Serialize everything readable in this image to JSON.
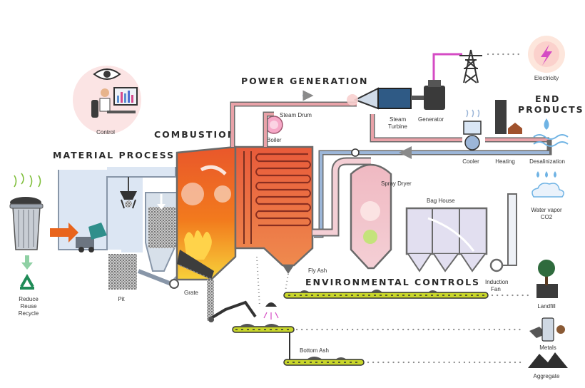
{
  "sections": {
    "material_process": "MATERIAL PROCESS",
    "combustion": "COMBUSTION",
    "power_generation": "POWER GENERATION",
    "environmental_controls": "ENVIRONMENTAL CONTROLS",
    "end_products": "END PRODUCTS"
  },
  "labels": {
    "control": "Control",
    "reduce_reuse_recycle": [
      "Reduce",
      "Reuse",
      "Recycle"
    ],
    "pit": "Pit",
    "grate": "Grate",
    "steam_drum": "Steam Drum",
    "boiler": "Boiler",
    "steam_turbine": [
      "Steam",
      "Turbine"
    ],
    "generator": "Generator",
    "spray_dryer": "Spray Dryer",
    "bag_house": "Bag House",
    "fly_ash": "Fly Ash",
    "induction_fan": [
      "Induction",
      "Fan"
    ],
    "bottom_ash": "Bottom Ash",
    "electricity": "Electricity",
    "cooler": "Cooler",
    "heating": "Heating",
    "desalinization": "Desalinization",
    "water_vapor_co2": [
      "Water vapor",
      "CO2"
    ],
    "landfill": "Landfill",
    "metals": "Metals",
    "aggregate": "Aggregate"
  },
  "colors": {
    "steam_pipe": "#e9a2a8",
    "water_pipe": "#9cb6d8",
    "flame": "#f26b1d",
    "conveyor": "#c8d62a",
    "power_line": "#d54bc4",
    "arrow_feed": "#e8641c"
  }
}
